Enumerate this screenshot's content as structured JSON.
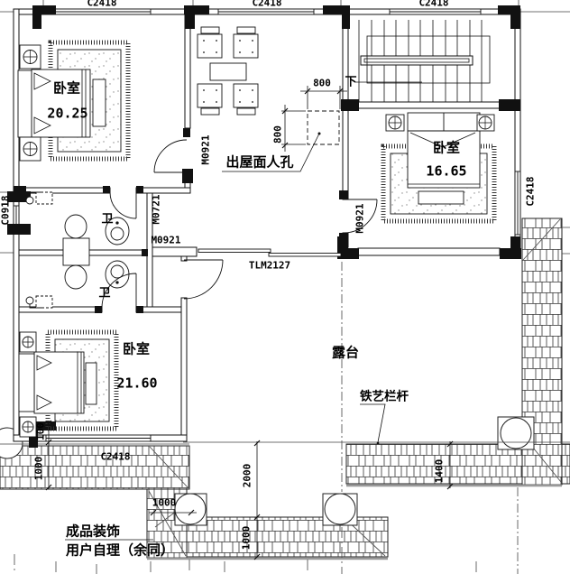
{
  "plan": {
    "rooms": {
      "bedroom_top_left": {
        "label": "卧室",
        "area": "20.25"
      },
      "bedroom_right": {
        "label": "卧室",
        "area": "16.65"
      },
      "bedroom_bottom_left": {
        "label": "卧室",
        "area": "21.60"
      },
      "bathroom_upper": {
        "label": "卫"
      },
      "bathroom_lower": {
        "label": "卫"
      },
      "terrace": {
        "label": "露台"
      },
      "stair_direction": "下"
    },
    "openings": {
      "window_top_left": "C2418",
      "window_top_middle": "C2418",
      "window_top_right": "C2418",
      "window_right": "C2418",
      "window_left": "C0918",
      "window_bottom": "C2418",
      "door_bedroom_top_left": "M0921",
      "door_bathroom_upper": "M0721",
      "door_bathroom_lower": "M0921",
      "door_bedroom_right": "M0921",
      "sliding_door_terrace": "TLM2127"
    },
    "annotations": {
      "roof_access": "出屋面人孔",
      "iron_railing": "铁艺栏杆",
      "finish_note_1": "成品装饰",
      "finish_note_2": "用户自理（余同）"
    },
    "dimensions": {
      "manhole_width": "800",
      "manhole_height": "800",
      "step_upper": "2000",
      "step_lower": "1000",
      "step_width": "1000",
      "right_ledge": "1400",
      "bed_wall_gap": "100",
      "left_ledge": "1000"
    }
  }
}
